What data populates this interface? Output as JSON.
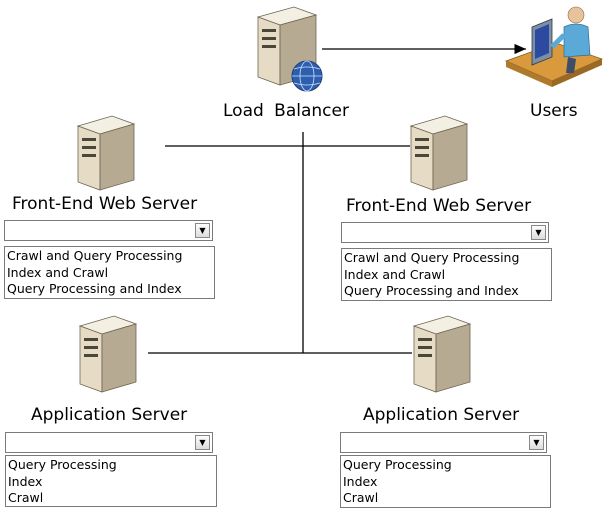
{
  "nodes": {
    "load_balancer": {
      "label": "Load Balancer"
    },
    "users": {
      "label": "Users"
    },
    "fe_left": {
      "label": "Front-End Web Server",
      "dropdown_value": "",
      "options": [
        "Crawl and Query Processing",
        "Index and Crawl",
        "Query Processing and Index"
      ]
    },
    "fe_right": {
      "label": "Front-End Web Server",
      "dropdown_value": "",
      "options": [
        "Crawl and Query Processing",
        "Index and Crawl",
        "Query Processing and Index"
      ]
    },
    "app_left": {
      "label": "Application Server",
      "dropdown_value": "",
      "options": [
        "Query Processing",
        "Index",
        "Crawl"
      ]
    },
    "app_right": {
      "label": "Application Server",
      "dropdown_value": "",
      "options": [
        "Query Processing",
        "Index",
        "Crawl"
      ]
    }
  },
  "icons": {
    "server": "server-tower-icon",
    "globe": "globe-icon",
    "user": "user-at-workstation-icon",
    "dropdown": "chevron-down-icon"
  },
  "colors": {
    "line": "#000000",
    "server_body": "#e9e1cf",
    "server_shadow": "#b6ab92",
    "globe": "#2e5fae",
    "desk": "#d99a3e",
    "user_shirt": "#5aa9d6"
  }
}
